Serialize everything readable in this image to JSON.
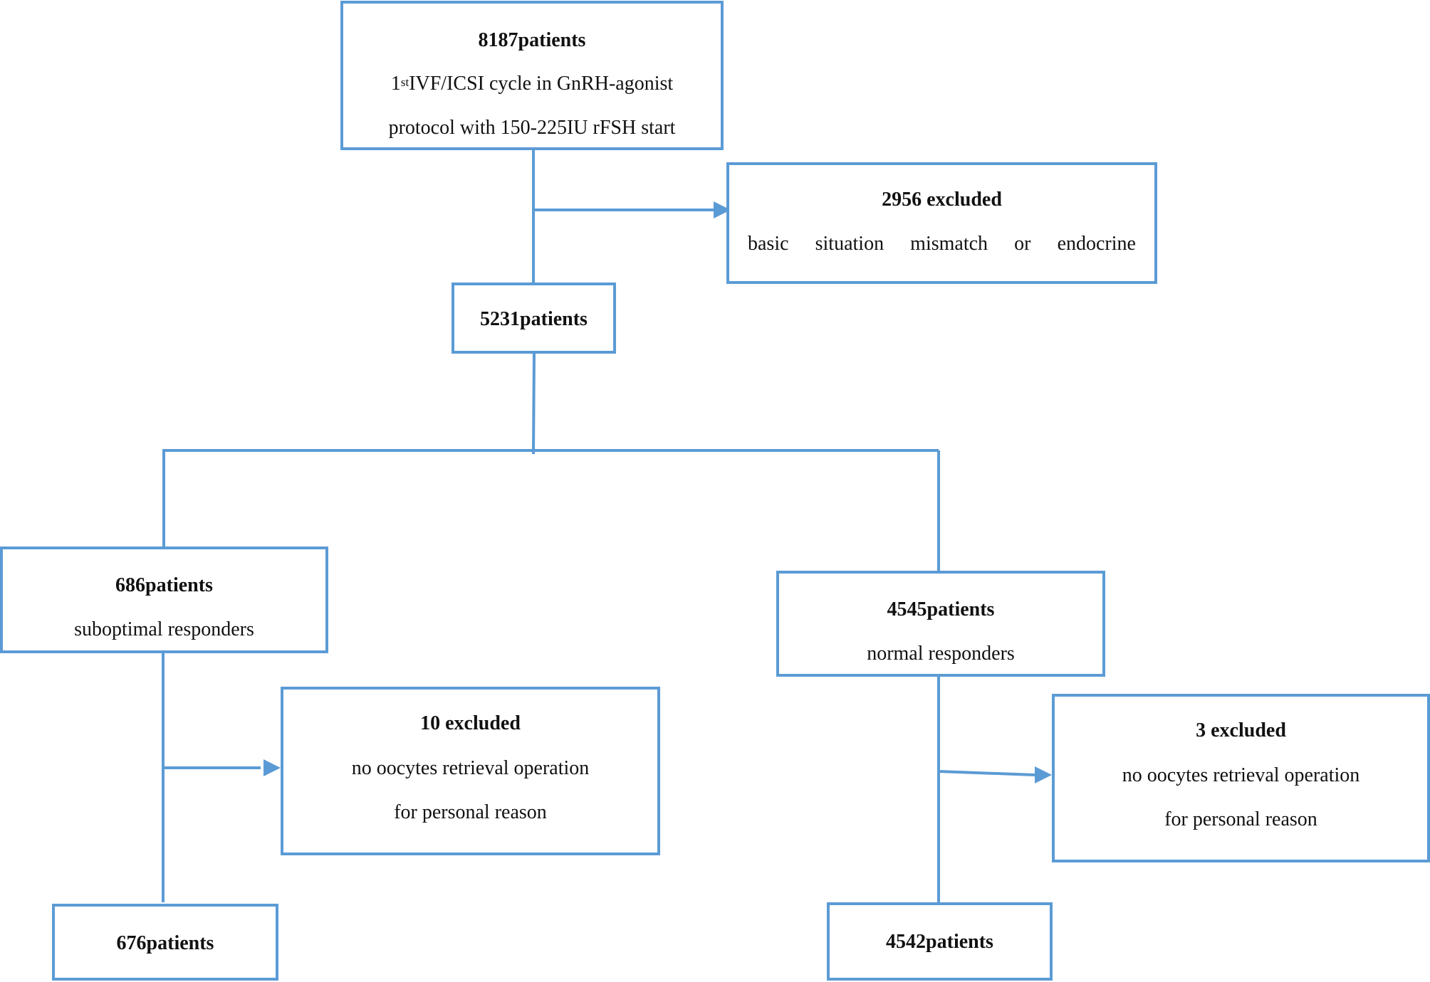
{
  "boxes": {
    "start": {
      "count": "8187patients",
      "line2_sup_prefix": "1",
      "line2_sup": "st",
      "line2_rest": "IVF/ICSI cycle in GnRH-agonist",
      "line3": "protocol with 150-225IU rFSH start"
    },
    "excluded_first": {
      "count": "2956 excluded",
      "reason_words": [
        "basic",
        "situation",
        "mismatch",
        "or",
        "endocrine"
      ]
    },
    "included": {
      "count": "5231patients"
    },
    "suboptimal": {
      "count": "686patients",
      "label": "suboptimal responders"
    },
    "normal": {
      "count": "4545patients",
      "label": "normal responders"
    },
    "excluded_suboptimal": {
      "count": "10 excluded",
      "line2": "no oocytes retrieval operation",
      "line3": "for personal reason"
    },
    "excluded_normal": {
      "count": "3 excluded",
      "line2": "no oocytes retrieval operation",
      "line3": "for personal reason"
    },
    "final_suboptimal": {
      "count": "676patients"
    },
    "final_normal": {
      "count": "4542patients"
    }
  },
  "colors": {
    "box_border": "#5b9bd5",
    "connector": "#5b9bd5",
    "text": "#111111",
    "background": "#ffffff"
  }
}
